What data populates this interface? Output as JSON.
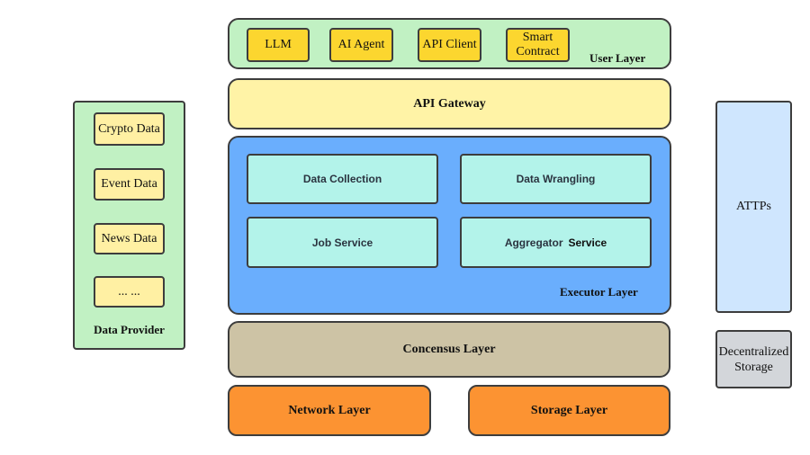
{
  "user_layer": {
    "label": "User Layer",
    "items": [
      "LLM",
      "AI Agent",
      "API Client",
      "Smart Contract"
    ]
  },
  "api_gateway": {
    "label": "API Gateway"
  },
  "executor_layer": {
    "label": "Executor Layer",
    "services": [
      {
        "label": "Data Collection",
        "extra": ""
      },
      {
        "label": "Data Wrangling",
        "extra": ""
      },
      {
        "label": "Job Service",
        "extra": ""
      },
      {
        "label": "Aggregator",
        "extra": "Service"
      }
    ]
  },
  "consensus_layer": {
    "label": "Concensus Layer"
  },
  "network_layer": {
    "label": "Network Layer"
  },
  "storage_layer": {
    "label": "Storage Layer"
  },
  "data_provider": {
    "label": "Data Provider",
    "items": [
      "Crypto Data",
      "Event Data",
      "News Data",
      "... ..."
    ]
  },
  "attps": {
    "label": "ATTPs"
  },
  "decentralized_storage": {
    "label": "Decentralized Storage"
  },
  "colors": {
    "user_layer_bg": "#c1f1c3",
    "chip_bg": "#fcd62f",
    "api_gateway_bg": "#fff3a6",
    "executor_bg": "#6aaefd",
    "service_bg": "#b3f3ea",
    "consensus_bg": "#cdc3a5",
    "network_storage_bg": "#fc9332",
    "data_provider_bg": "#c1f1c3",
    "data_item_bg": "#fff0a3",
    "attps_bg": "#cfe6fe",
    "decentralized_storage_bg": "#d3d6da"
  }
}
